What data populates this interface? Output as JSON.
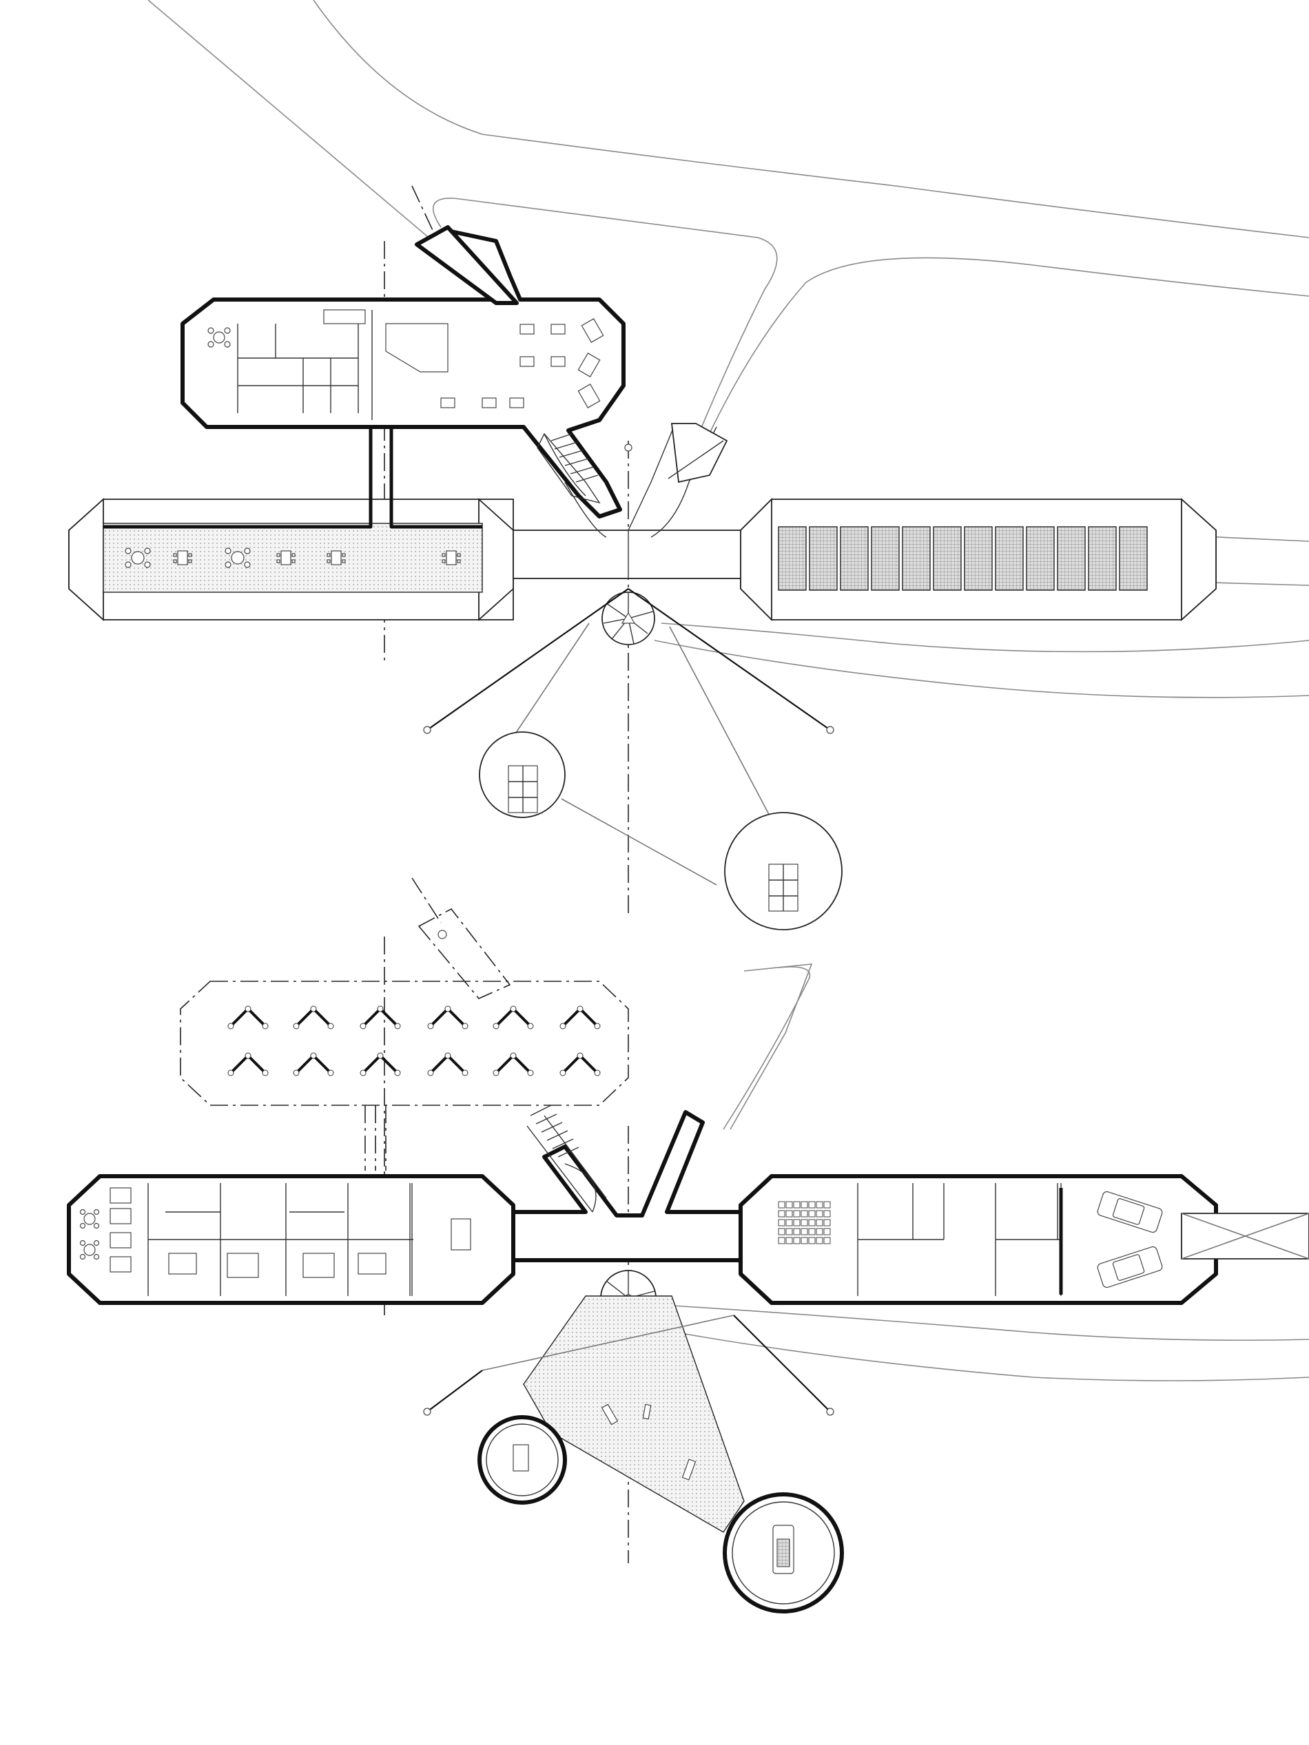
{
  "drawing": {
    "type": "architectural-floor-plans",
    "levels": [
      "upper-level-plan",
      "lower-level-plan"
    ],
    "text_labels": []
  },
  "colors": {
    "line": "#111111",
    "topography": "#888888",
    "hatch": "#bbbbbb",
    "background": "#ffffff"
  },
  "icons": {
    "stair": "spiral-stair-icon",
    "vehicle": "car-icon",
    "table": "table-icon"
  }
}
